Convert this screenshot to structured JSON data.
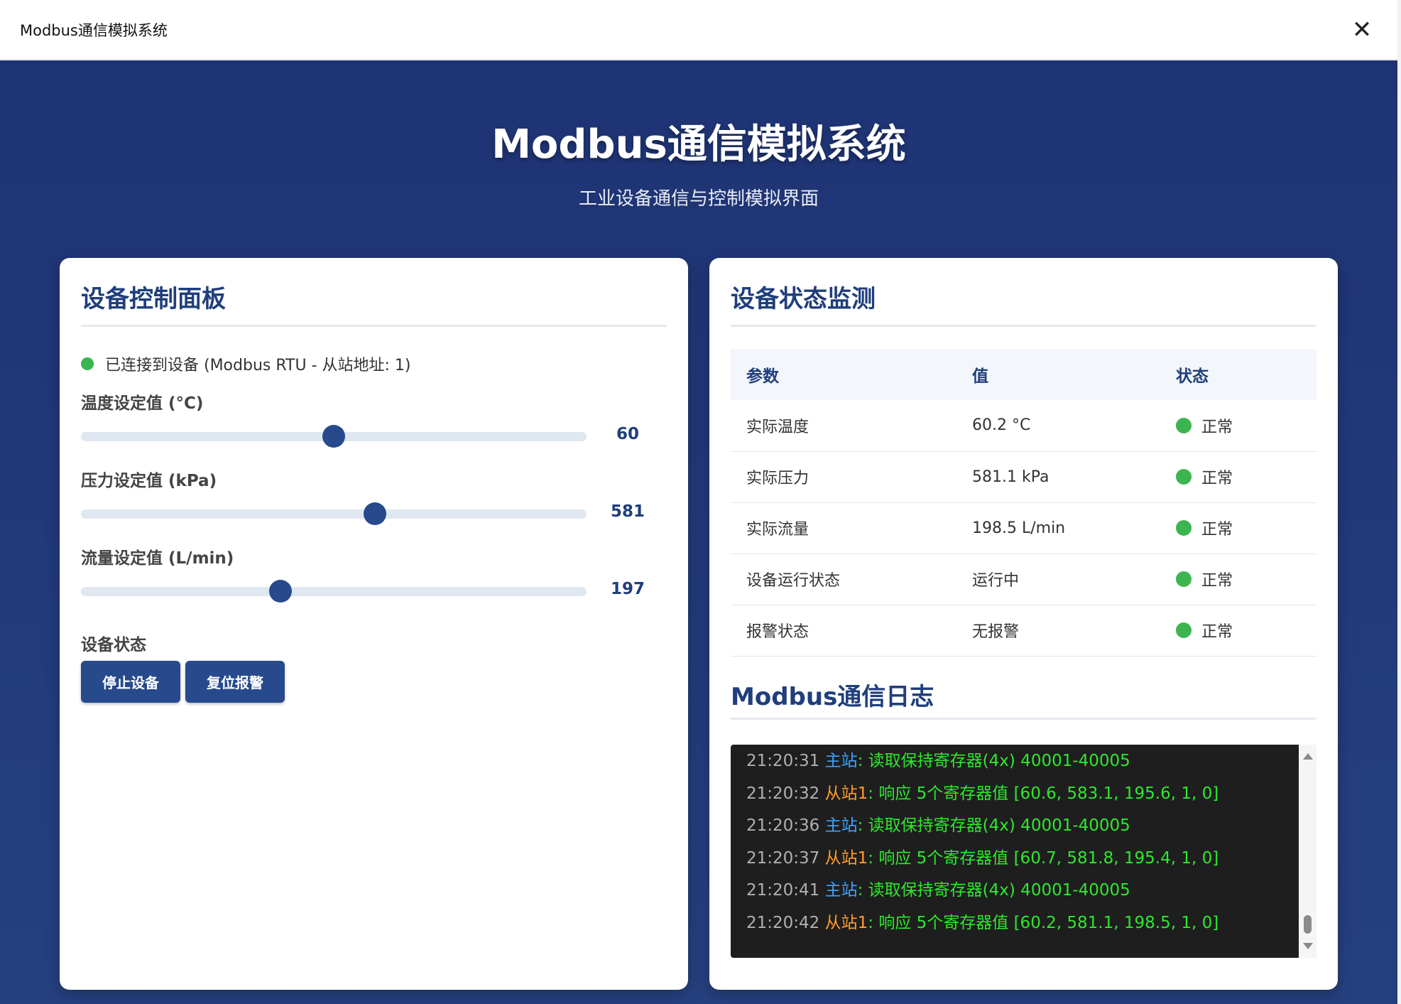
{
  "window": {
    "title": "Modbus通信模拟系统"
  },
  "header": {
    "title": "Modbus通信模拟系统",
    "subtitle": "工业设备通信与控制模拟界面"
  },
  "control_panel": {
    "title": "设备控制面板",
    "connection": "已连接到设备 (Modbus RTU - 从站地址: 1)",
    "connection_color": "#3cb550",
    "sliders": [
      {
        "label": "温度设定值 (°C)",
        "value": "60",
        "min": 0,
        "max": 120
      },
      {
        "label": "压力设定值 (kPa)",
        "value": "581",
        "min": 0,
        "max": 1000
      },
      {
        "label": "流量设定值 (L/min)",
        "value": "197",
        "min": 0,
        "max": 500
      }
    ],
    "status_title": "设备状态",
    "buttons": {
      "stop": "停止设备",
      "reset": "复位报警"
    }
  },
  "monitor": {
    "title": "设备状态监测",
    "columns": [
      "参数",
      "值",
      "状态"
    ],
    "rows": [
      {
        "param": "实际温度",
        "value": "60.2 °C",
        "status": "正常"
      },
      {
        "param": "实际压力",
        "value": "581.1 kPa",
        "status": "正常"
      },
      {
        "param": "实际流量",
        "value": "198.5 L/min",
        "status": "正常"
      },
      {
        "param": "设备运行状态",
        "value": "运行中",
        "status": "正常"
      },
      {
        "param": "报警状态",
        "value": "无报警",
        "status": "正常"
      }
    ],
    "status_color": "#3cb550"
  },
  "log": {
    "title": "Modbus通信日志",
    "entries": [
      {
        "time": "21:20:31",
        "source": "主站",
        "role": "master",
        "message": ": 读取保持寄存器(4x) 40001-40005"
      },
      {
        "time": "21:20:32",
        "source": "从站1",
        "role": "slave",
        "message": ": 响应 5个寄存器值 [60.6, 583.1, 195.6, 1, 0]"
      },
      {
        "time": "21:20:36",
        "source": "主站",
        "role": "master",
        "message": ": 读取保持寄存器(4x) 40001-40005"
      },
      {
        "time": "21:20:37",
        "source": "从站1",
        "role": "slave",
        "message": ": 响应 5个寄存器值 [60.7, 581.8, 195.4, 1, 0]"
      },
      {
        "time": "21:20:41",
        "source": "主站",
        "role": "master",
        "message": ": 读取保持寄存器(4x) 40001-40005"
      },
      {
        "time": "21:20:42",
        "source": "从站1",
        "role": "slave",
        "message": ": 响应 5个寄存器值 [60.2, 581.1, 198.5, 1, 0]"
      }
    ],
    "colors": {
      "time": "#b0b0b0",
      "master": "#3ea3ff",
      "slave": "#ff9d2e",
      "message": "#2ee82e"
    }
  }
}
